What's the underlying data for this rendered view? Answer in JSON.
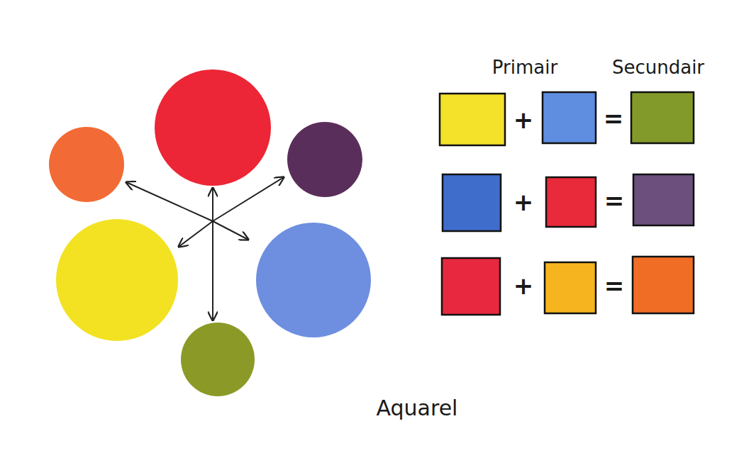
{
  "diagram": {
    "labels": [
      "Primair",
      "Secundair",
      "+",
      "=",
      "+",
      "=",
      "+",
      "=",
      "Aquarel"
    ]
  }
}
